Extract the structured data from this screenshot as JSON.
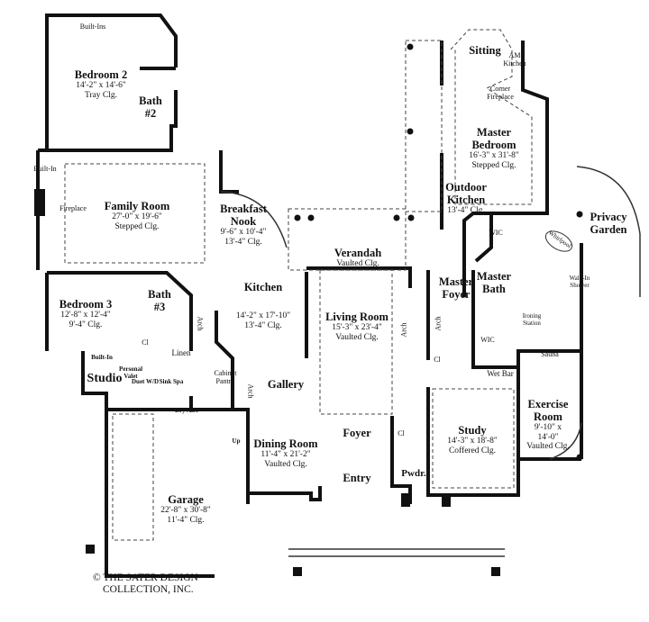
{
  "rooms": [
    {
      "id": "bedroom-2",
      "name": "Bedroom 2",
      "dims": "14'-2\" x 14'-6\"",
      "ceiling": "Tray Clg."
    },
    {
      "id": "bath-2",
      "name": "Bath #2"
    },
    {
      "id": "family-room",
      "name": "Family Room",
      "dims": "27'-0\" x 19'-6\"",
      "ceiling": "Stepped Clg."
    },
    {
      "id": "breakfast-nook",
      "name": "Breakfast Nook",
      "dims": "9'-6\" x 10'-4\"",
      "ceiling": "13'-4\" Clg."
    },
    {
      "id": "sitting",
      "name": "Sitting"
    },
    {
      "id": "master-bedroom",
      "name": "Master Bedroom",
      "dims": "16'-3\" x 31'-8\"",
      "ceiling": "Stepped Clg."
    },
    {
      "id": "outdoor-kitchen",
      "name": "Outdoor Kitchen",
      "ceiling": "13'-4\" Clg."
    },
    {
      "id": "privacy-garden",
      "name": "Privacy Garden"
    },
    {
      "id": "verandah",
      "name": "Verandah",
      "ceiling": "Vaulted Clg."
    },
    {
      "id": "kitchen",
      "name": "Kitchen",
      "dims": "14'-2\" x 17'-10\"",
      "ceiling": "13'-4\" Clg."
    },
    {
      "id": "bedroom-3",
      "name": "Bedroom 3",
      "dims": "12'-8\" x 12'-4\"",
      "ceiling": "9'-4\" Clg."
    },
    {
      "id": "bath-3",
      "name": "Bath #3"
    },
    {
      "id": "master-foyer",
      "name": "Master Foyer"
    },
    {
      "id": "master-bath",
      "name": "Master Bath"
    },
    {
      "id": "living-room",
      "name": "Living Room",
      "dims": "15'-3\" x 23'-4\"",
      "ceiling": "Vaulted Clg."
    },
    {
      "id": "studio",
      "name": "Studio"
    },
    {
      "id": "gallery",
      "name": "Gallery"
    },
    {
      "id": "exercise-room",
      "name": "Exercise Room",
      "dims": "9'-10\" x 14'-0\"",
      "ceiling": "Vaulted Clg."
    },
    {
      "id": "study",
      "name": "Study",
      "dims": "14'-3\" x 18'-8\"",
      "ceiling": "Coffered Clg."
    },
    {
      "id": "foyer",
      "name": "Foyer"
    },
    {
      "id": "dining-room",
      "name": "Dining Room",
      "dims": "11'-4\" x 21'-2\"",
      "ceiling": "Vaulted Clg."
    },
    {
      "id": "entry",
      "name": "Entry"
    },
    {
      "id": "pwdr",
      "name": "Pwdr."
    },
    {
      "id": "garage",
      "name": "Garage",
      "dims": "22'-8\" x 30'-8\"",
      "ceiling": "11'-4\" Clg."
    }
  ],
  "notes": {
    "built_ins": "Built-Ins",
    "built_in_family": "Built-In",
    "fireplace": "Fireplace",
    "am_kitchen": "AM Kitchen",
    "corner_fireplace": "Corner Fireplace",
    "wic_1": "WIC",
    "whirlpool": "Whirlpool",
    "walk_in_shower": "Walk-In Shower",
    "ironing_station": "Ironing Station",
    "wic_2": "WIC",
    "sauna": "Sauna",
    "wet_bar": "Wet Bar",
    "cl_bed3": "Cl",
    "linen": "Linen",
    "built_in_studio": "Built-In",
    "personal_valet": "Personal Valet",
    "duet_wd": "Duet W/D",
    "sink_spa": "Sink Spa",
    "dry_aire": "Dry Aire",
    "up": "Up",
    "cabinet_pantry": "Cabinet Pantry",
    "arch_1": "Arch",
    "arch_2": "Arch",
    "arch_3": "Arch",
    "arch_4": "Arch",
    "cl_living": "Cl",
    "cl_foyer": "Cl"
  },
  "copyright": {
    "line1": "© THE SATER DESIGN",
    "line2": "COLLECTION, INC."
  }
}
